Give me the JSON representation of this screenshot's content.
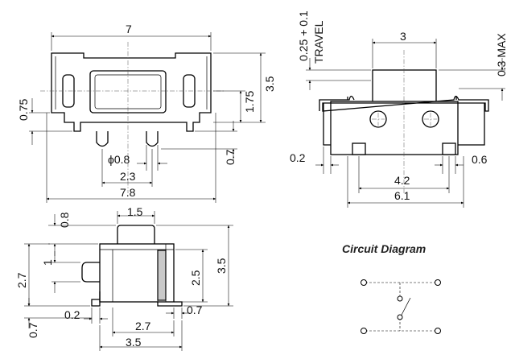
{
  "top_view": {
    "dim_width": "7",
    "dim_height": "3.5",
    "dim_slot": "1.75",
    "dim_side": "0.75",
    "dim_leg": "0.7",
    "dim_pin_dia": "ϕ0.8",
    "dim_pin_pitch": "2.3",
    "dim_total": "7.8"
  },
  "side_view": {
    "dim_travel": "0.25 + 0.1",
    "label_travel": "TRAVEL",
    "dim_actuator": "3",
    "dim_max": "0.3 MAX",
    "dim_left": "0.2",
    "dim_right": "0.6",
    "dim_inner": "4.2",
    "dim_outer": "6.1"
  },
  "end_view": {
    "dim_top": "1.5",
    "dim_step": "0.8",
    "dim_knob": "1",
    "dim_body_h": "2.7",
    "dim_inner_h": "2.5",
    "dim_total_h": "3.5",
    "dim_leg_l": "0.2",
    "dim_leg_r": "0.7",
    "dim_width": "2.7",
    "dim_total_w": "3.5",
    "dim_bottom": "0.7"
  },
  "circuit": {
    "title": "Circuit Diagram"
  }
}
